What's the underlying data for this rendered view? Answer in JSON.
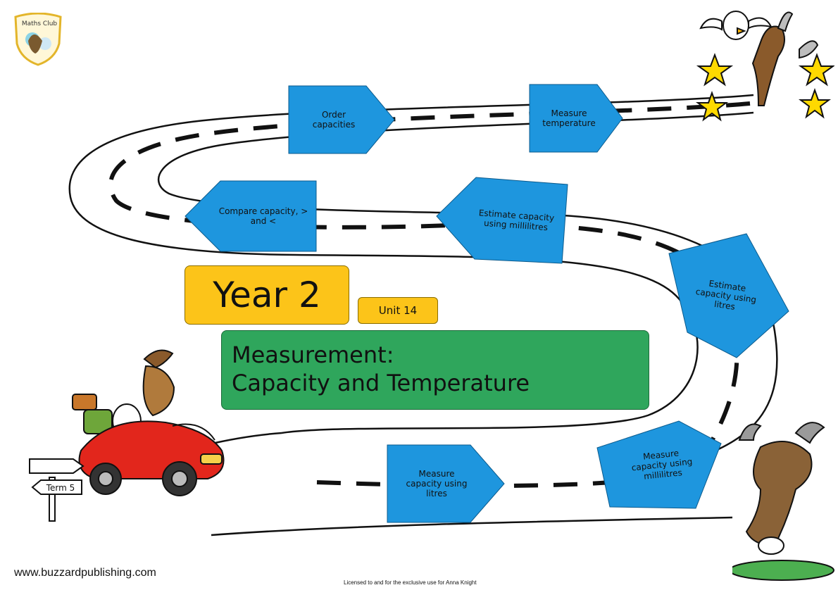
{
  "logo": {
    "text": "Maths Club",
    "accent": "#f2c230"
  },
  "steps": [
    {
      "label": "Order capacities",
      "direction": "right"
    },
    {
      "label": "Measure temperature",
      "direction": "right"
    },
    {
      "label": "Compare capacity, > and <",
      "direction": "left"
    },
    {
      "label": "Estimate capacity using millilitres",
      "direction": "left"
    },
    {
      "label": "Estimate capacity using litres",
      "direction": "down"
    },
    {
      "label": "Measure capacity using millilitres",
      "direction": "left"
    },
    {
      "label": "Measure capacity using litres",
      "direction": "right"
    }
  ],
  "year_label": "Year 2",
  "unit_label": "Unit 14",
  "title": {
    "line1": "Measurement:",
    "line2": "Capacity and Temperature"
  },
  "signpost_label": "Term 5",
  "footer": {
    "url": "www.buzzardpublishing.com",
    "license": "Licensed to and for the exclusive use for Anna Knight"
  },
  "colors": {
    "step_fill": "#1e96de",
    "step_border": "#0b5a8c",
    "year_fill": "#fcc419",
    "title_fill": "#2fa65c",
    "star": "#ffd900",
    "car": "#e2261c"
  }
}
